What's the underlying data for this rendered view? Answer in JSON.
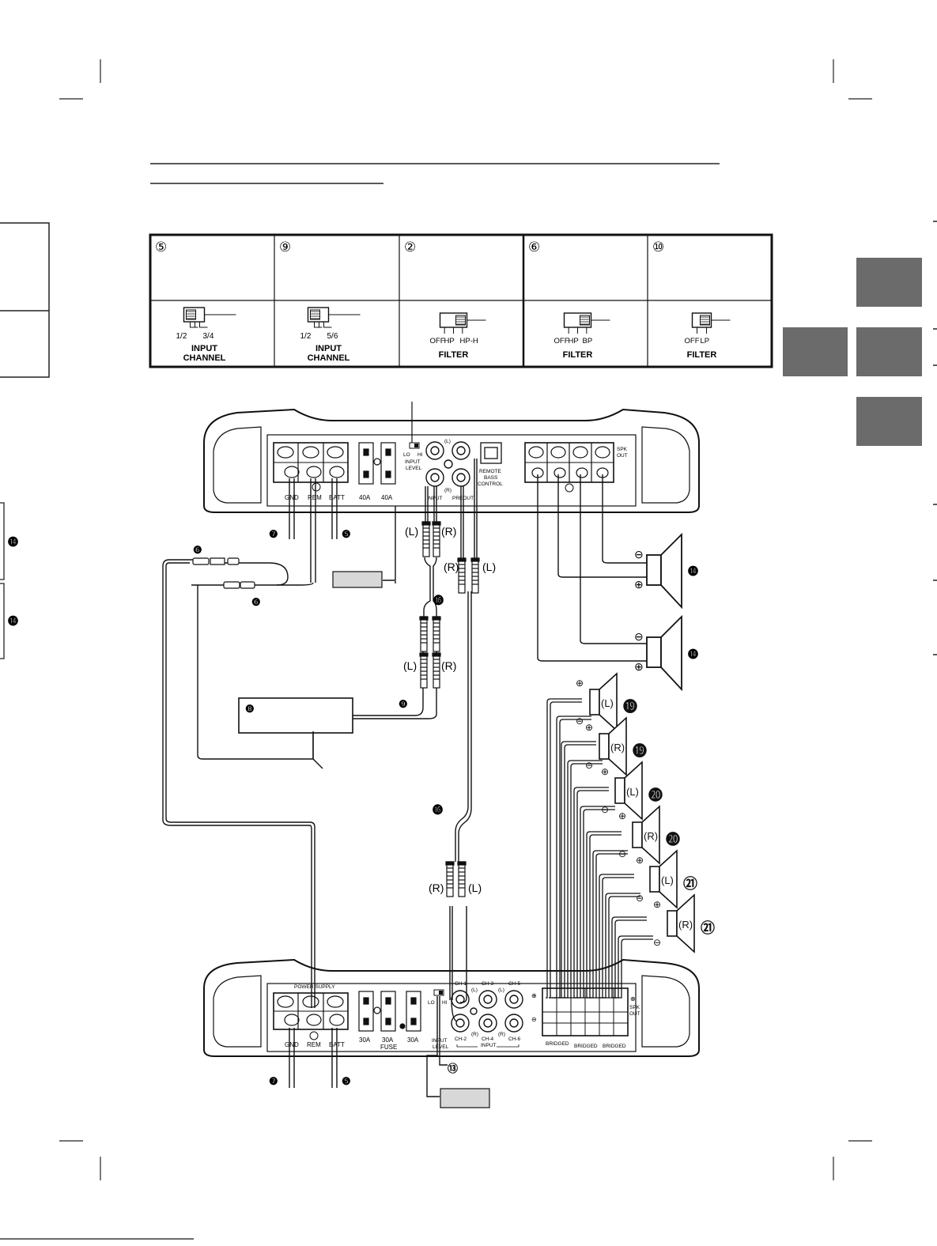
{
  "switch_table": [
    {
      "num": "⑤",
      "positions": [
        "1/2",
        "3/4"
      ],
      "caption": [
        "INPUT",
        "CHANNEL"
      ]
    },
    {
      "num": "⑨",
      "positions": [
        "1/2",
        "5/6"
      ],
      "caption": [
        "INPUT",
        "CHANNEL"
      ]
    },
    {
      "num": "②",
      "positions": [
        "OFF",
        "HP",
        "HP-H"
      ],
      "caption": [
        "FILTER"
      ]
    },
    {
      "num": "⑥",
      "positions": [
        "OFF",
        "HP",
        "BP"
      ],
      "caption": [
        "FILTER"
      ]
    },
    {
      "num": "⑩",
      "positions": [
        "OFF",
        "LP"
      ],
      "caption": [
        "FILTER"
      ]
    }
  ],
  "amp1": {
    "terminal_labels": [
      "GND",
      "REM",
      "BATT"
    ],
    "fuses": [
      "40A",
      "40A"
    ],
    "input_level": {
      "lo": "LO",
      "hi": "HI",
      "label1": "INPUT",
      "label2": "LEVEL"
    },
    "rca_top": "(L)",
    "rca_bottom": "(R)",
    "input_label": "INPUT",
    "preout_label": "PREOUT",
    "remote": [
      "REMOTE",
      "BASS",
      "CONTROL"
    ],
    "spk_out": [
      "SPK",
      "OUT"
    ]
  },
  "amp2": {
    "power_supply": "POWER SUPPLY",
    "terminal_labels": [
      "GND",
      "REM",
      "BATT"
    ],
    "fuses": [
      "30A",
      "30A",
      "30A"
    ],
    "fuse_label": "FUSE",
    "input_level": {
      "lo": "LO",
      "hi": "HI",
      "label1": "INPUT",
      "label2": "LEVEL"
    },
    "channels": [
      "CH-1",
      "CH-3",
      "CH-5",
      "CH-2",
      "CH-4",
      "CH-6"
    ],
    "input_label": "INPUT",
    "spk_out": [
      "SPK",
      "OUT"
    ],
    "bridged": [
      "BRIDGED",
      "BRIDGED",
      "BRIDGED"
    ]
  },
  "callouts": {
    "n5": "❺",
    "n6": "❻",
    "n7": "❼",
    "n8": "❽",
    "n9": "❾",
    "n13": "⑬",
    "n14": "⓮",
    "n16": "⓰",
    "n19": "⓳",
    "n20": "⓴",
    "n21": "㉑"
  },
  "channel_labels": {
    "L": "(L)",
    "R": "(R)"
  },
  "polarity": {
    "plus": "⊕",
    "minus": "⊖"
  }
}
